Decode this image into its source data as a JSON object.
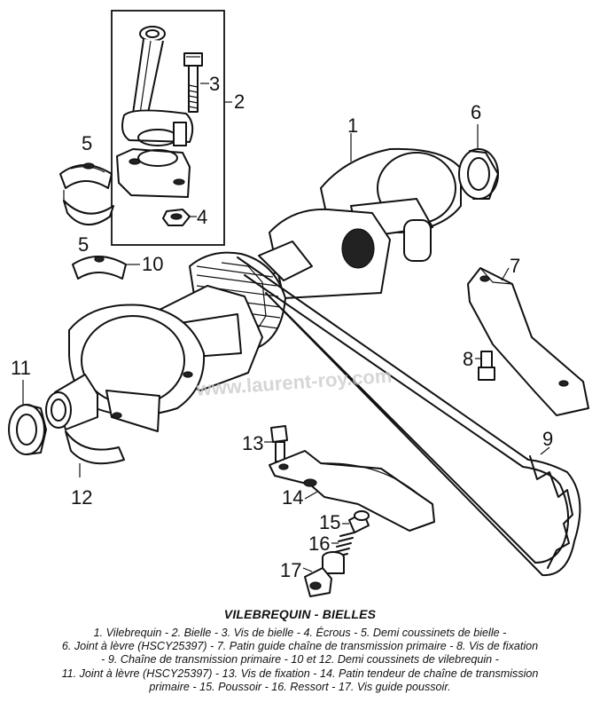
{
  "watermark": "www.laurent-roy.com",
  "callouts": {
    "c1": "1",
    "c2": "2",
    "c3": "3",
    "c4": "4",
    "c5a": "5",
    "c5b": "5",
    "c6": "6",
    "c7": "7",
    "c8": "8",
    "c9": "9",
    "c10": "10",
    "c11": "11",
    "c12": "12",
    "c13": "13",
    "c14": "14",
    "c15": "15",
    "c16": "16",
    "c17": "17"
  },
  "caption": {
    "title": "VILEBREQUIN - BIELLES",
    "lines": [
      "1. Vilebrequin - 2. Bielle - 3. Vis de bielle - 4. Écrous - 5. Demi coussinets de bielle -",
      "6. Joint à lèvre (HSCY25397) - 7. Patin guide chaîne de transmission primaire - 8. Vis de fixation",
      "- 9. Chaîne de transmission primaire - 10 et 12. Demi coussinets de vilebrequin -",
      "11. Joint à lèvre (HSCY25397) - 13. Vis de fixation - 14. Patin tendeur de chaîne de transmission",
      "primaire - 15. Poussoir - 16. Ressort - 17. Vis guide poussoir."
    ]
  },
  "parts": [
    {
      "id": "1",
      "name": "Vilebrequin"
    },
    {
      "id": "2",
      "name": "Bielle"
    },
    {
      "id": "3",
      "name": "Vis de bielle"
    },
    {
      "id": "4",
      "name": "Écrous"
    },
    {
      "id": "5",
      "name": "Demi coussinets de bielle"
    },
    {
      "id": "6",
      "name": "Joint à lèvre (HSCY25397)"
    },
    {
      "id": "7",
      "name": "Patin guide chaîne de transmission primaire"
    },
    {
      "id": "8",
      "name": "Vis de fixation"
    },
    {
      "id": "9",
      "name": "Chaîne de transmission primaire"
    },
    {
      "id": "10",
      "name": "Demi coussinets de vilebrequin"
    },
    {
      "id": "11",
      "name": "Joint à lèvre (HSCY25397)"
    },
    {
      "id": "12",
      "name": "Demi coussinets de vilebrequin"
    },
    {
      "id": "13",
      "name": "Vis de fixation"
    },
    {
      "id": "14",
      "name": "Patin tendeur de chaîne de transmission primaire"
    },
    {
      "id": "15",
      "name": "Poussoir"
    },
    {
      "id": "16",
      "name": "Ressort"
    },
    {
      "id": "17",
      "name": "Vis guide poussoir"
    }
  ],
  "colors": {
    "ink": "#111111",
    "paper": "#ffffff",
    "watermark": "#c9c9c9"
  }
}
